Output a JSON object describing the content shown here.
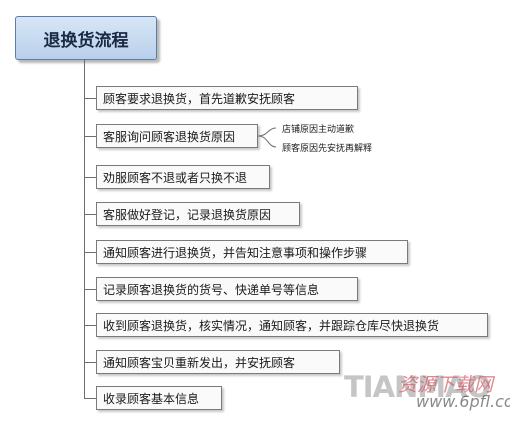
{
  "diagram": {
    "root": "退换货流程",
    "steps": [
      "顾客要求退换货，首先道歉安抚顾客",
      "客服询问顾客退换货原因",
      "劝服顾客不退或者只换不退",
      "客服做好登记，记录退换货原因",
      "通知顾客进行退换货，并告知注意事项和操作步骤",
      "记录顾客退换货的货号、快递单号等信息",
      "收到顾客退换货，核实情况，通知顾客，并跟踪仓库尽快退换货",
      "通知顾客宝贝重新发出，并安抚顾客",
      "收录顾客基本信息"
    ],
    "sub_branches": [
      "店铺原因主动道歉",
      "顾客原因先安抚再解释"
    ]
  },
  "watermark": {
    "brand": "TIANMAO",
    "cn": "资源下载网",
    "url": "www.6pfl.com"
  }
}
